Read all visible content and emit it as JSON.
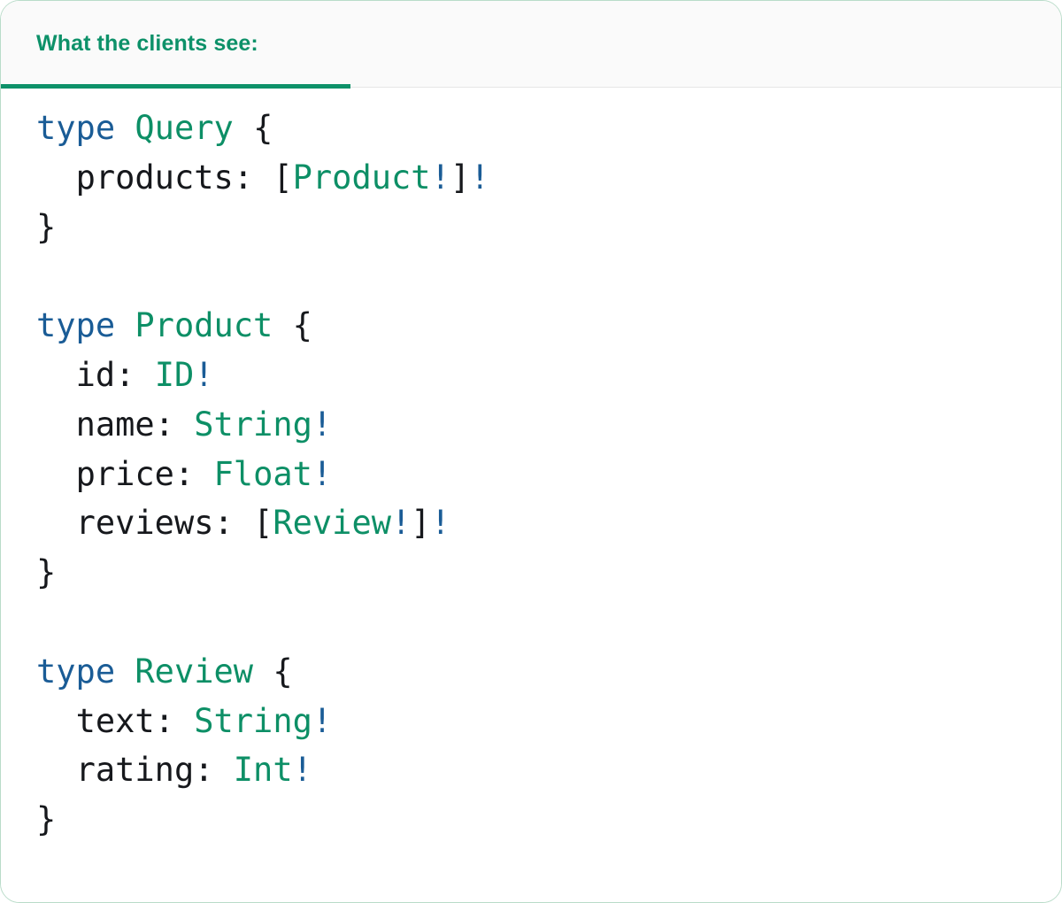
{
  "card": {
    "border_color": "#b9dcc9",
    "background": "#ffffff"
  },
  "tabs": {
    "active_index": 0,
    "accent_color": "#0d9169",
    "header_background": "#fafafa",
    "items": [
      {
        "label": "What the clients see:"
      }
    ]
  },
  "code": {
    "language": "graphql",
    "colors": {
      "keyword": "#1a5c96",
      "type_name": "#0d8f66",
      "field_name": "#16181c",
      "punctuation": "#16181c",
      "non_null_bang": "#1a5c96"
    },
    "lines": [
      [
        {
          "t": "type",
          "c": "kw"
        },
        {
          "t": " ",
          "c": "plain"
        },
        {
          "t": "Query",
          "c": "type"
        },
        {
          "t": " ",
          "c": "plain"
        },
        {
          "t": "{",
          "c": "punct"
        }
      ],
      [
        {
          "t": "  ",
          "c": "plain"
        },
        {
          "t": "products",
          "c": "field"
        },
        {
          "t": ": ",
          "c": "punct"
        },
        {
          "t": "[",
          "c": "punct"
        },
        {
          "t": "Product",
          "c": "type"
        },
        {
          "t": "!",
          "c": "bang"
        },
        {
          "t": "]",
          "c": "punct"
        },
        {
          "t": "!",
          "c": "bang"
        }
      ],
      [
        {
          "t": "}",
          "c": "punct"
        }
      ],
      [],
      [
        {
          "t": "type",
          "c": "kw"
        },
        {
          "t": " ",
          "c": "plain"
        },
        {
          "t": "Product",
          "c": "type"
        },
        {
          "t": " ",
          "c": "plain"
        },
        {
          "t": "{",
          "c": "punct"
        }
      ],
      [
        {
          "t": "  ",
          "c": "plain"
        },
        {
          "t": "id",
          "c": "field"
        },
        {
          "t": ": ",
          "c": "punct"
        },
        {
          "t": "ID",
          "c": "type"
        },
        {
          "t": "!",
          "c": "bang"
        }
      ],
      [
        {
          "t": "  ",
          "c": "plain"
        },
        {
          "t": "name",
          "c": "field"
        },
        {
          "t": ": ",
          "c": "punct"
        },
        {
          "t": "String",
          "c": "type"
        },
        {
          "t": "!",
          "c": "bang"
        }
      ],
      [
        {
          "t": "  ",
          "c": "plain"
        },
        {
          "t": "price",
          "c": "field"
        },
        {
          "t": ": ",
          "c": "punct"
        },
        {
          "t": "Float",
          "c": "type"
        },
        {
          "t": "!",
          "c": "bang"
        }
      ],
      [
        {
          "t": "  ",
          "c": "plain"
        },
        {
          "t": "reviews",
          "c": "field"
        },
        {
          "t": ": ",
          "c": "punct"
        },
        {
          "t": "[",
          "c": "punct"
        },
        {
          "t": "Review",
          "c": "type"
        },
        {
          "t": "!",
          "c": "bang"
        },
        {
          "t": "]",
          "c": "punct"
        },
        {
          "t": "!",
          "c": "bang"
        }
      ],
      [
        {
          "t": "}",
          "c": "punct"
        }
      ],
      [],
      [
        {
          "t": "type",
          "c": "kw"
        },
        {
          "t": " ",
          "c": "plain"
        },
        {
          "t": "Review",
          "c": "type"
        },
        {
          "t": " ",
          "c": "plain"
        },
        {
          "t": "{",
          "c": "punct"
        }
      ],
      [
        {
          "t": "  ",
          "c": "plain"
        },
        {
          "t": "text",
          "c": "field"
        },
        {
          "t": ": ",
          "c": "punct"
        },
        {
          "t": "String",
          "c": "type"
        },
        {
          "t": "!",
          "c": "bang"
        }
      ],
      [
        {
          "t": "  ",
          "c": "plain"
        },
        {
          "t": "rating",
          "c": "field"
        },
        {
          "t": ": ",
          "c": "punct"
        },
        {
          "t": "Int",
          "c": "type"
        },
        {
          "t": "!",
          "c": "bang"
        }
      ],
      [
        {
          "t": "}",
          "c": "punct"
        }
      ]
    ]
  }
}
